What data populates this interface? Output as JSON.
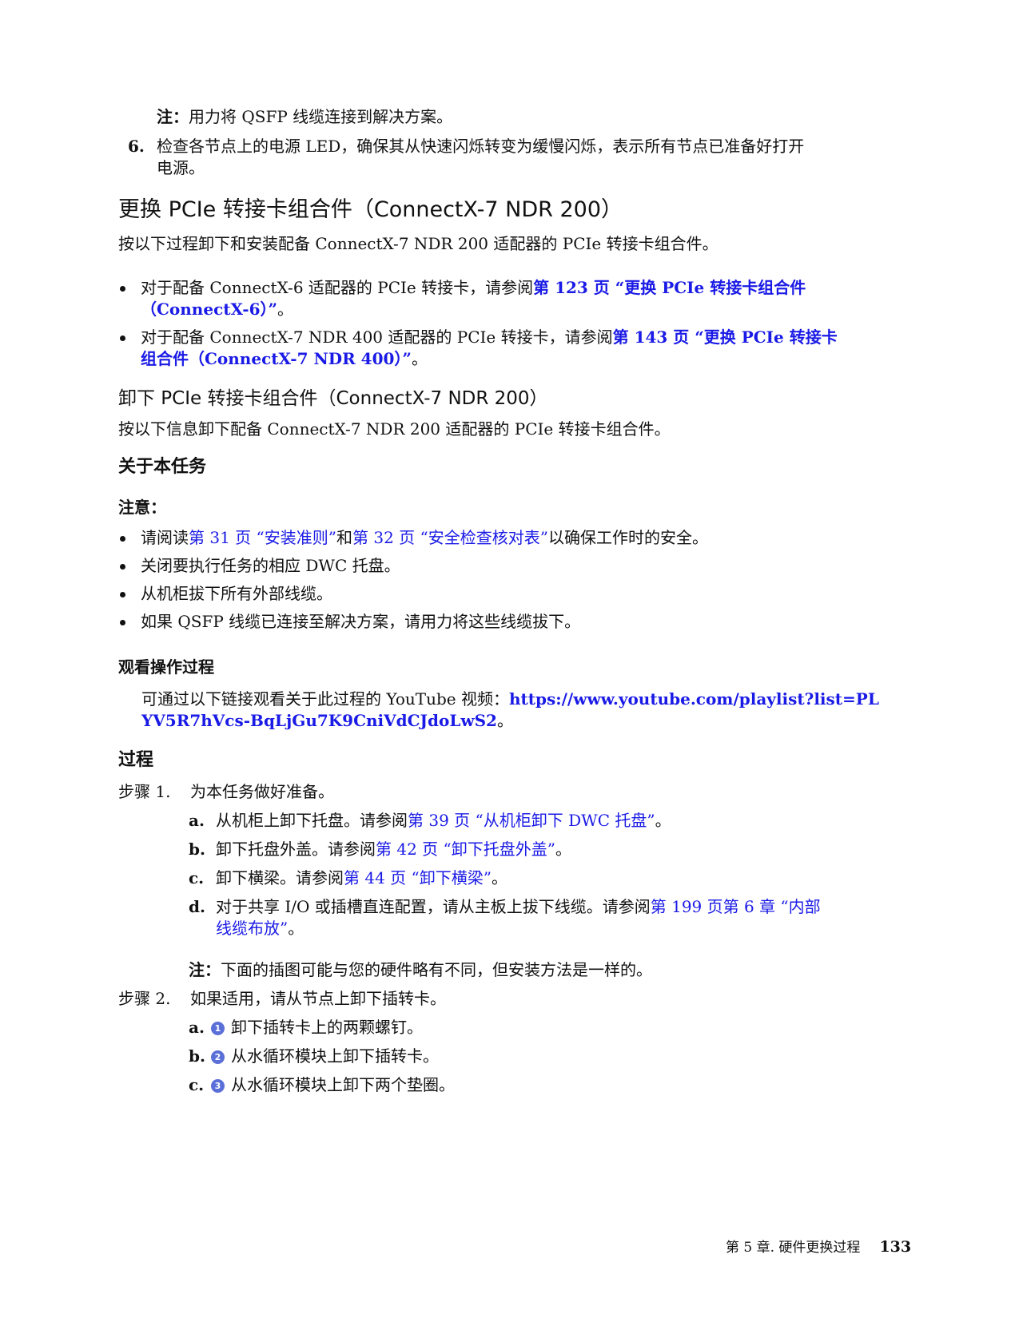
{
  "top": {
    "note_label": "注：",
    "note_text": "用力将 QSFP 线缆连接到解决方案。",
    "step6_num": "6.",
    "step6_line1": "检查各节点上的电源 LED，确保其从快速闪烁转变为缓慢闪烁，表示所有节点已准备好打开",
    "step6_line2": "电源。"
  },
  "section_title": "更换 PCIe 转接卡组合件（ConnectX-7 NDR 200）",
  "section_intro": "按以下过程卸下和安装配备 ConnectX-7 NDR 200 适配器的 PCIe 转接卡组合件。",
  "related": [
    {
      "prefix": "对于配备 ConnectX-6 适配器的 PCIe 转接卡，请参阅",
      "link_line1": "第 123 页 “更换 PCIe 转接卡组合件",
      "link_line2": "（ConnectX-6）”",
      "suffix": "。"
    },
    {
      "prefix": "对于配备 ConnectX-7 NDR 400 适配器的 PCIe 转接卡，请参阅",
      "link_line1": "第 143 页 “更换 PCIe 转接卡",
      "link_line2": "组合件（ConnectX-7 NDR 400）”",
      "suffix": "。"
    }
  ],
  "subsection_title": "卸下 PCIe 转接卡组合件（ConnectX-7 NDR 200）",
  "subsection_intro": "按以下信息卸下配备 ConnectX-7 NDR 200 适配器的 PCIe 转接卡组合件。",
  "about": {
    "heading": "关于本任务",
    "attention_label": "注意：",
    "items": [
      {
        "pre": "请阅读",
        "link1": "第 31 页 “安装准则”",
        "mid": "和",
        "link2": "第 32 页 “安全检查核对表”",
        "post": "以确保工作时的安全。"
      },
      {
        "text": "关闭要执行任务的相应 DWC 托盘。"
      },
      {
        "text": "从机柜拔下所有外部线缆。"
      },
      {
        "text": "如果 QSFP 线缆已连接至解决方案，请用力将这些线缆拔下。"
      }
    ]
  },
  "video": {
    "heading": "观看操作过程",
    "text": "可通过以下链接观看关于此过程的 YouTube 视频：",
    "url_line1": "https://www.youtube.com/playlist?list=PL",
    "url_line2": "YV5R7hVcs-BqLjGu7K9CniVdCJdoLwS2",
    "url_suffix": "。"
  },
  "procedure": {
    "heading": "过程",
    "step1": {
      "label": "步骤 1.",
      "text": "为本任务做好准备。",
      "substeps": [
        {
          "letter": "a.",
          "text": "从机柜上卸下托盘。请参阅",
          "link": "第 39 页 “从机柜卸下 DWC 托盘”",
          "suffix": "。"
        },
        {
          "letter": "b.",
          "text": "卸下托盘外盖。请参阅",
          "link": "第 42 页 “卸下托盘外盖”",
          "suffix": "。"
        },
        {
          "letter": "c.",
          "text": "卸下横梁。请参阅",
          "link": "第 44 页 “卸下横梁”",
          "suffix": "。"
        },
        {
          "letter": "d.",
          "text": "对于共享 I/O 或插槽直连配置，请从主板上拔下线缆。请参阅",
          "link": "第 199 页第 6 章 “内部",
          "link_line2": "线缆布放”",
          "suffix": "。"
        }
      ],
      "note_label": "注：",
      "note_text": "下面的插图可能与您的硬件略有不同，但安装方法是一样的。"
    },
    "step2": {
      "label": "步骤 2.",
      "text": "如果适用，请从节点上卸下插转卡。",
      "substeps": [
        {
          "letter": "a.",
          "callout": "1",
          "text": "卸下插转卡上的两颗螺钉。"
        },
        {
          "letter": "b.",
          "callout": "2",
          "text": "从水循环模块上卸下插转卡。"
        },
        {
          "letter": "c.",
          "callout": "3",
          "text": "从水循环模块上卸下两个垫圈。"
        }
      ]
    }
  },
  "footer": {
    "chapter": "第 5 章. 硬件更换过程",
    "page_number": "133"
  },
  "colors": {
    "link": "#1a1ae6",
    "callout": "#5a6fd8",
    "text": "#111111"
  }
}
